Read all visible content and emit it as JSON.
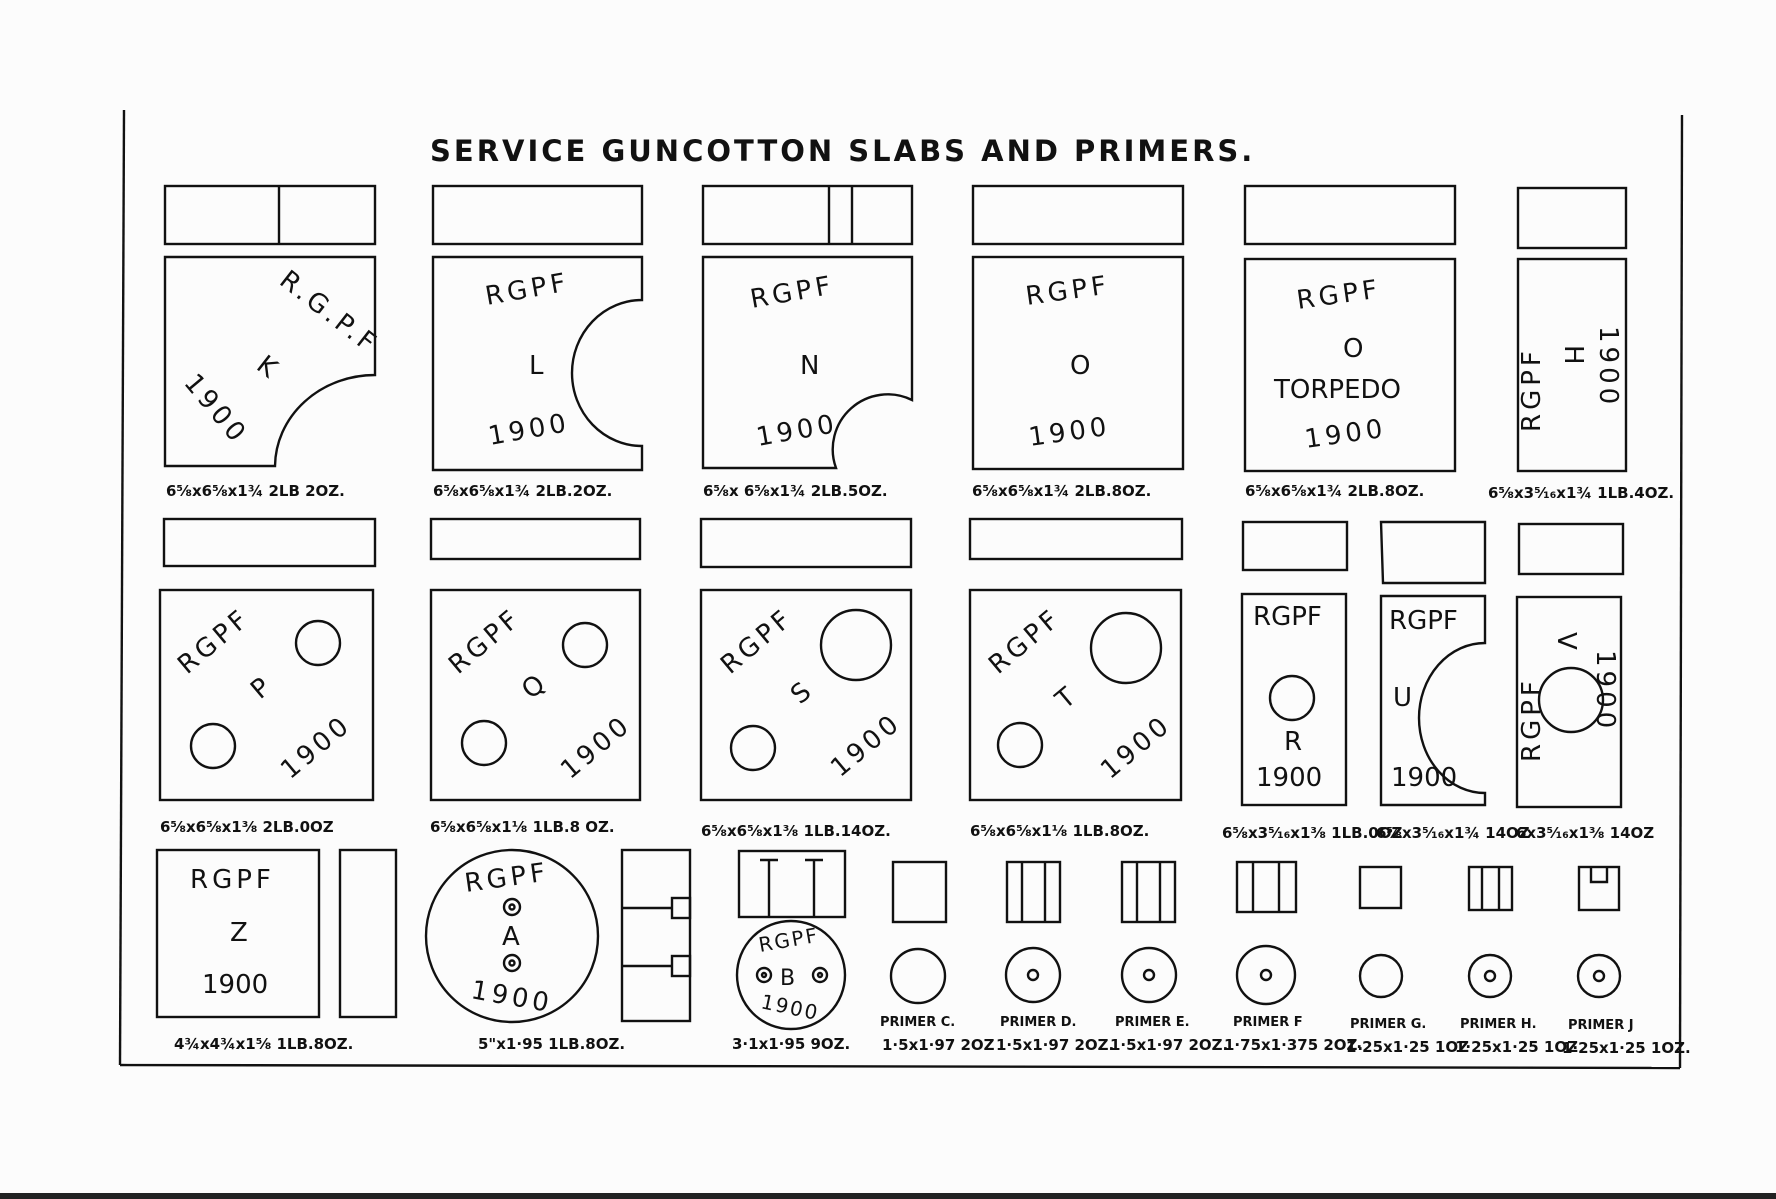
{
  "title": "SERVICE GUNCOTTON SLABS AND PRIMERS.",
  "mark": "RGPF",
  "mark_dotted": "R.G.P.F",
  "year": "1900",
  "torpedo": "TORPEDO",
  "row1": [
    {
      "letter": "K",
      "dims": "6⅝x6⅝x1¾ 2LB 2OZ."
    },
    {
      "letter": "L",
      "dims": "6⅝x6⅝x1¾ 2LB.2OZ."
    },
    {
      "letter": "N",
      "dims": "6⅝x 6⅝x1¾ 2LB.5OZ."
    },
    {
      "letter": "O",
      "dims": "6⅝x6⅝x1¾ 2LB.8OZ."
    },
    {
      "letter": "O",
      "dims": "6⅝x6⅝x1¾ 2LB.8OZ."
    },
    {
      "letter": "H",
      "dims": "6⅝x3⁵⁄₁₆x1¾ 1LB.4OZ."
    }
  ],
  "row2": [
    {
      "letter": "P",
      "dims": "6⅝x6⅝x1⅜ 2LB.0OZ"
    },
    {
      "letter": "Q",
      "dims": "6⅝x6⅝x1⅛ 1LB.8 OZ."
    },
    {
      "letter": "S",
      "dims": "6⅝x6⅝x1⅜ 1LB.14OZ."
    },
    {
      "letter": "T",
      "dims": "6⅝x6⅝x1⅛ 1LB.8OZ."
    },
    {
      "letter": "R",
      "dims": "6⅝x3⁵⁄₁₆x1⅜ 1LB.0OZ"
    },
    {
      "letter": "U",
      "dims": "6⅝x3⁵⁄₁₆x1¾ 14OZ"
    },
    {
      "letter": "V",
      "dims": "6x3⁵⁄₁₆x1⅜ 14OZ"
    }
  ],
  "row3": [
    {
      "letter": "Z",
      "dims": "4¾x4¾x1⅝ 1LB.8OZ."
    },
    {
      "letter": "A",
      "dims": "5\"x1·95 1LB.8OZ."
    },
    {
      "letter": "B",
      "dims": "3·1x1·95 9OZ."
    }
  ],
  "primers": [
    {
      "label": "PRIMER C.",
      "dims": "1·5x1·97 2OZ"
    },
    {
      "label": "PRIMER D.",
      "dims": "1·5x1·97 2OZ."
    },
    {
      "label": "PRIMER E.",
      "dims": "1·5x1·97 2OZ."
    },
    {
      "label": "PRIMER F",
      "dims": "1·75x1·375 2OZ."
    },
    {
      "label": "PRIMER G.",
      "dims": "1·25x1·25 1OZ"
    },
    {
      "label": "PRIMER H.",
      "dims": "1·25x1·25 1OZ"
    },
    {
      "label": "PRIMER J",
      "dims": "1·25x1·25 1OZ."
    }
  ]
}
